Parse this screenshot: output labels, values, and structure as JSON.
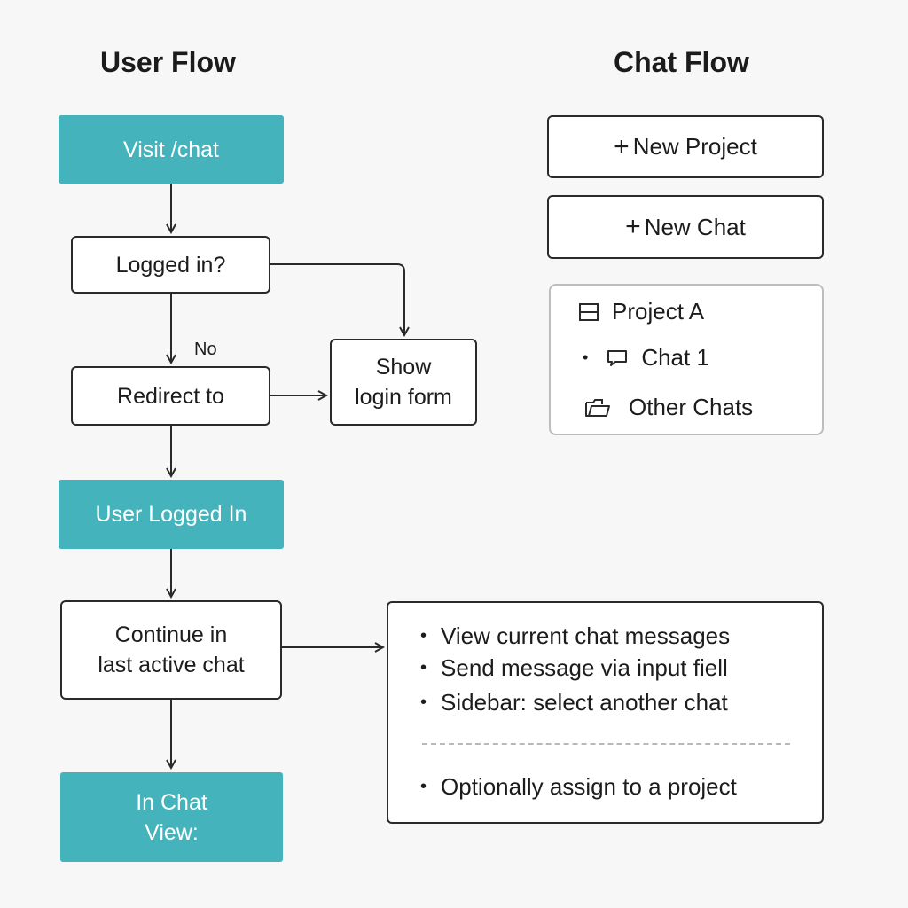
{
  "titles": {
    "user_flow": "User Flow",
    "chat_flow": "Chat Flow"
  },
  "user_flow": {
    "visit_chat": "Visit /chat",
    "logged_in_question": "Logged in?",
    "redirect_to": "Redirect to",
    "show_login_form": [
      "Show",
      "login form"
    ],
    "no_label": "No",
    "user_logged_in": "User Logged In",
    "continue_last_chat": [
      "Continue in",
      "last active chat"
    ],
    "in_chat_view": [
      "In Chat",
      "View:"
    ]
  },
  "chat_flow": {
    "new_project_label": "New Project",
    "new_chat_label": "New Chat",
    "plus_glyph": "+",
    "sidebar": {
      "project": "Project A",
      "chat": "Chat 1",
      "other_chats": "Other Chats",
      "bullet": "•"
    }
  },
  "chat_view_actions": {
    "bullet": "•",
    "items": [
      "View current chat messages",
      "Send message via input fiell",
      "Sidebar: select another chat"
    ],
    "extra_item": "Optionally assign to a project"
  },
  "colors": {
    "accent_teal": "#44b3bb",
    "border": "#2a2a2a",
    "background": "#f7f7f7"
  },
  "icons": {
    "project": "panel-layout-icon",
    "chat": "chat-bubble-icon",
    "other_chats": "folder-open-icon"
  }
}
